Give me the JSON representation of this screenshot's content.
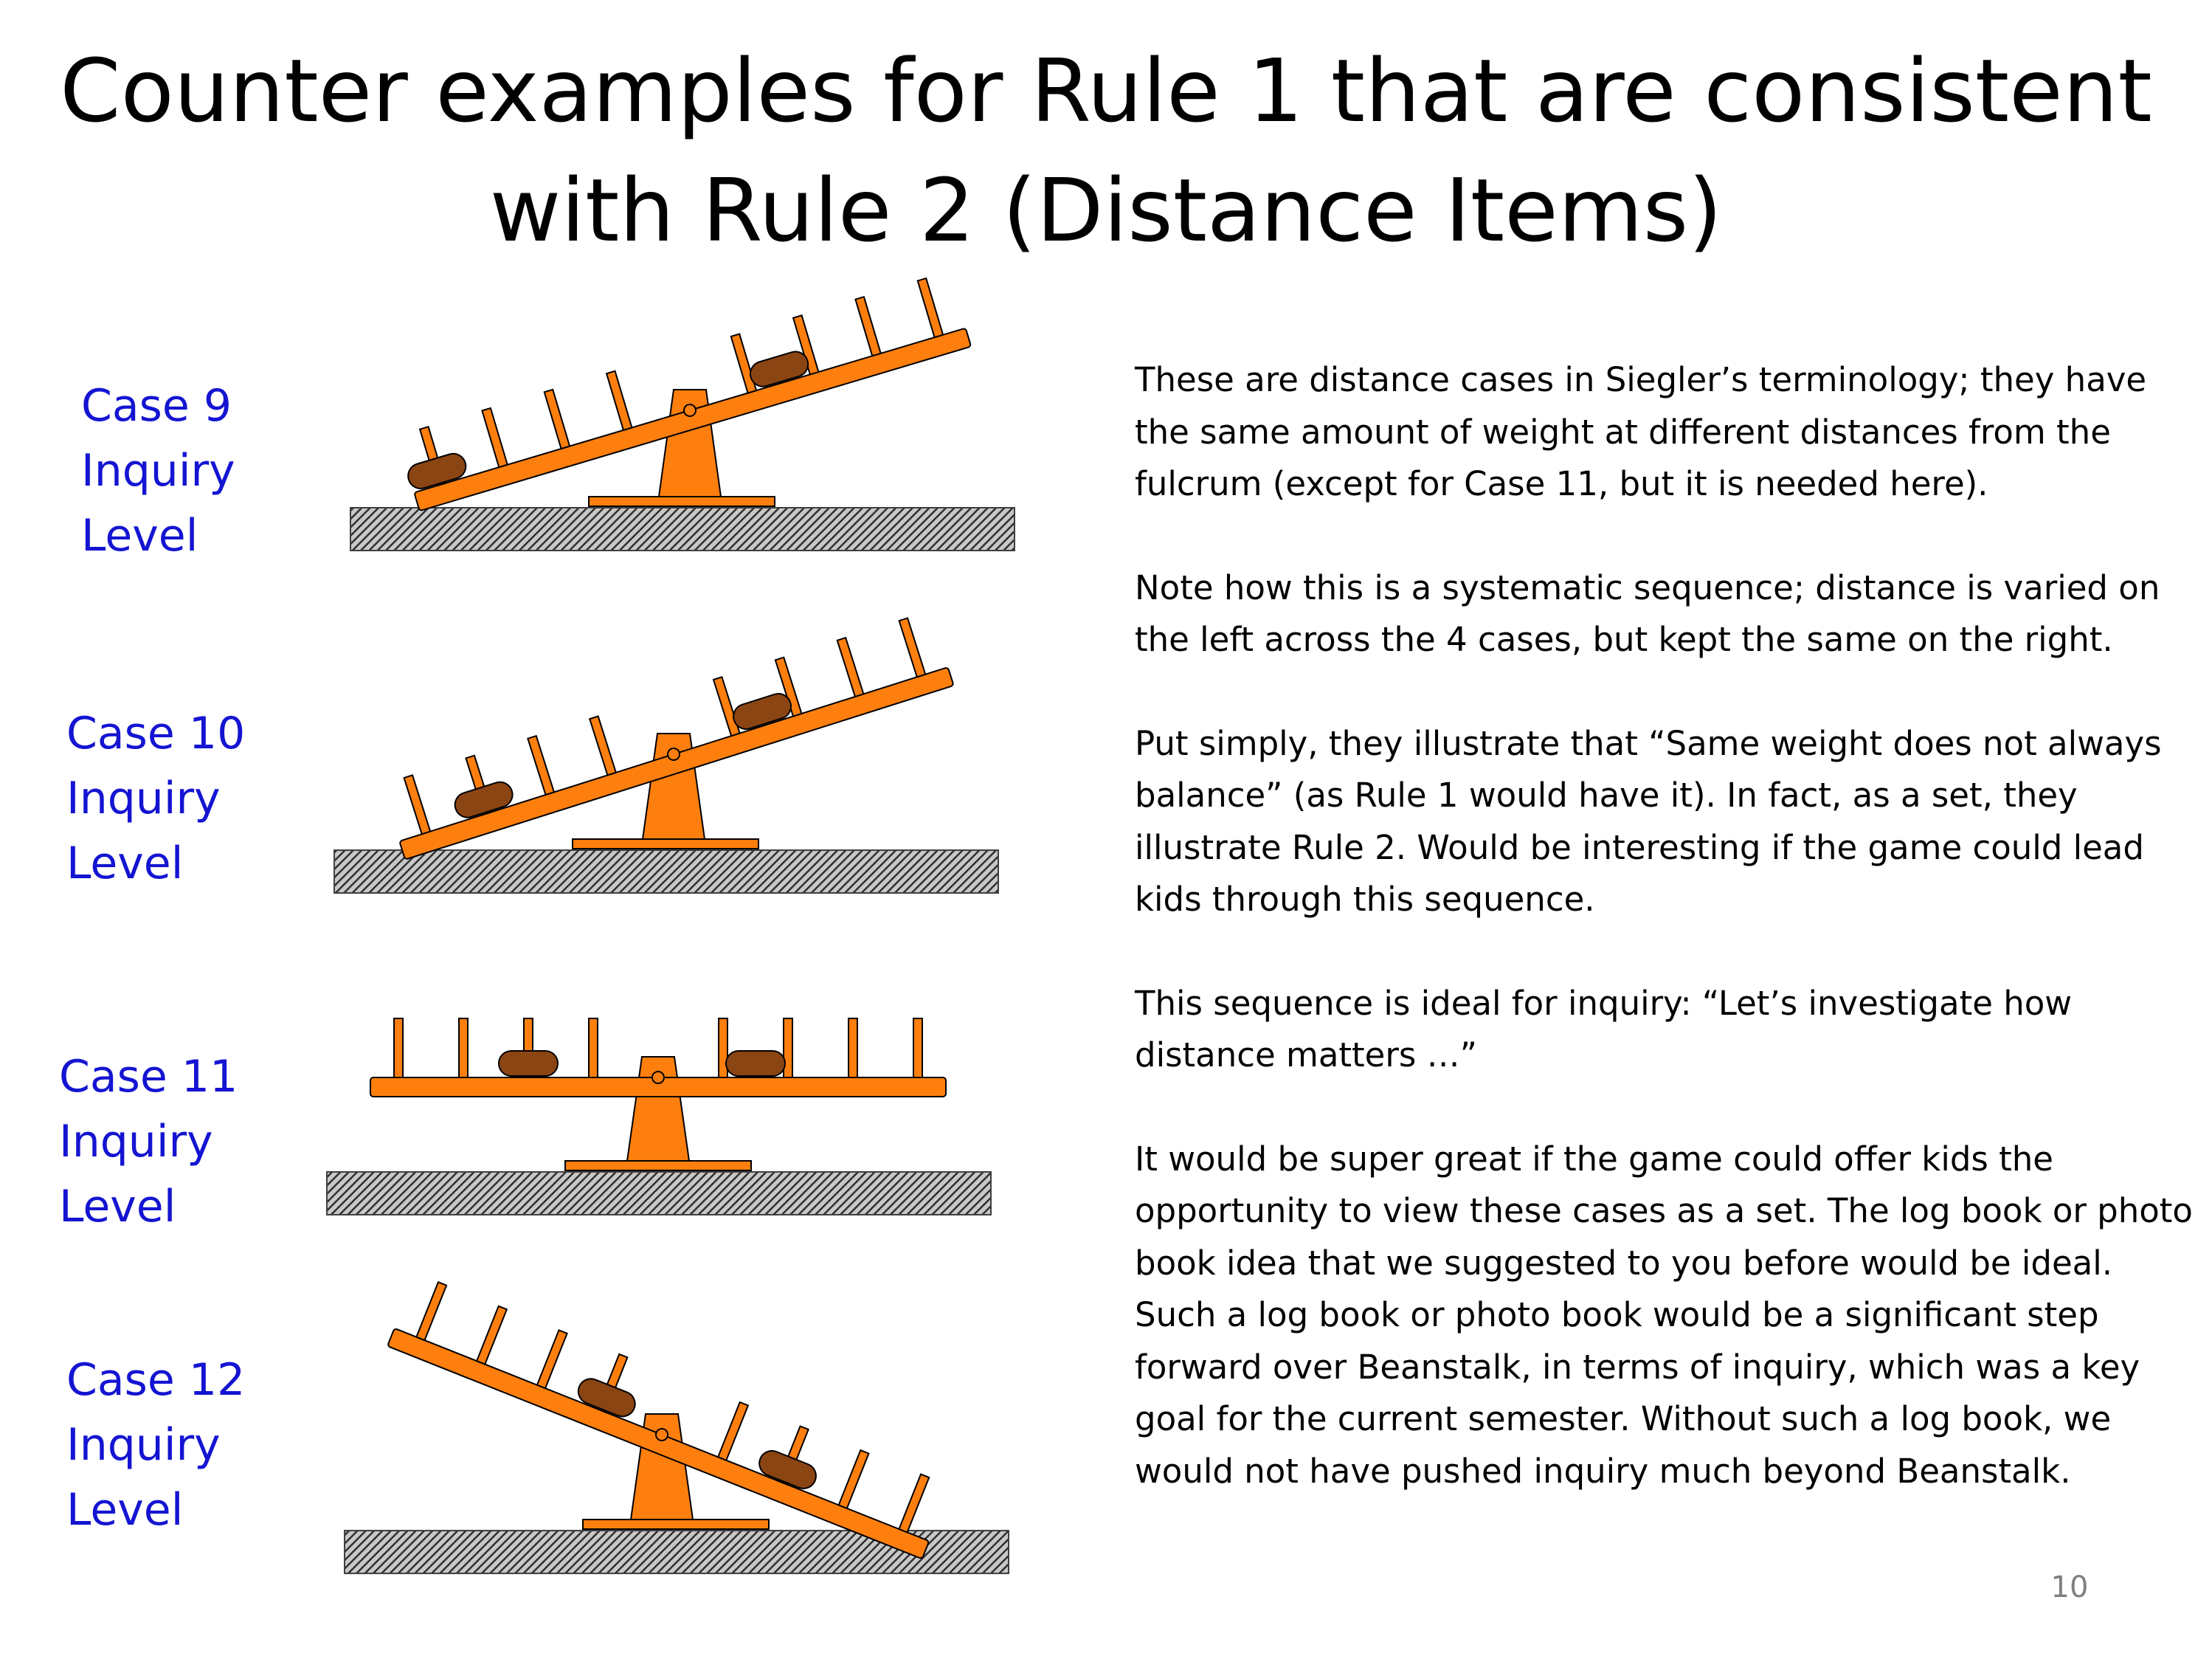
{
  "slide": {
    "title_lines": [
      "Counter examples for Rule 1 that are consistent",
      "with Rule 2 (Distance Items)"
    ],
    "cases": [
      {
        "name": "Case 9",
        "lines": [
          "Case 9",
          "Inquiry",
          "Level"
        ],
        "tilt": "left-down"
      },
      {
        "name": "Case 10",
        "lines": [
          "Case 10",
          "Inquiry",
          "Level"
        ],
        "tilt": "left-down"
      },
      {
        "name": "Case 11",
        "lines": [
          "Case 11",
          "Inquiry",
          "Level"
        ],
        "tilt": "balanced"
      },
      {
        "name": "Case 12",
        "lines": [
          "Case 12",
          "Inquiry",
          "Level"
        ],
        "tilt": "right-down"
      }
    ],
    "paragraphs": [
      "These are distance cases in Siegler’s terminology; they have the same amount of weight at different distances from the fulcrum (except for Case 11, but it is needed here).",
      "Note how this is a systematic sequence; distance is varied on the left across the 4 cases, but kept the same on the right.",
      "Put simply, they illustrate that “Same weight does not always balance” (as Rule 1 would have it). In fact, as a set, they illustrate Rule 2. Would be interesting if the game could lead kids through this sequence.",
      "This sequence is ideal for inquiry:  “Let’s investigate how distance matters …”",
      "It would be super great if the game could offer kids the opportunity to view these cases as a set.  The log book or photo book idea that we suggested to you before would be ideal.  Such a log book or photo book would be a significant step forward over Beanstalk, in terms of inquiry, which was a key goal for the current semester.  Without such a log book, we would not have pushed inquiry much beyond Beanstalk."
    ],
    "page_number": "10"
  },
  "colors": {
    "label": "#1414d2",
    "beam": "#ff7f0e",
    "weight": "#8b4513",
    "ground": "#404040",
    "page_number": "#7f7f7f"
  }
}
